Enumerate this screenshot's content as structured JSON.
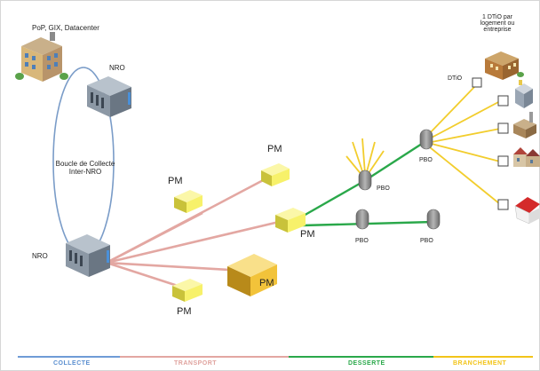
{
  "labels": {
    "pop": "PoP, GIX, Datacenter",
    "nro_top": "NRO",
    "nro_bottom": "NRO",
    "loop_line1": "Boucle de Collecte",
    "loop_line2": "Inter-NRO",
    "pm_upper_right": "PM",
    "pm_upper_left": "PM",
    "pm_main": "PM",
    "pm_large": "PM",
    "pm_lower": "PM",
    "pbo_top": "PBO",
    "pbo_mid": "PBO",
    "pbo_low_left": "PBO",
    "pbo_low_right": "PBO",
    "dtio": "DTiO",
    "dtio_note_line1": "1 DTiO par",
    "dtio_note_line2": "logement ou",
    "dtio_note_line3": "entreprise"
  },
  "legend": [
    {
      "label": "COLLECTE",
      "color": "#5b8fd0"
    },
    {
      "label": "TRANSPORT",
      "color": "#e0a39e"
    },
    {
      "label": "DESSERTE",
      "color": "#2aa84a"
    },
    {
      "label": "BRANCHEMENT",
      "color": "#f2c419"
    }
  ],
  "colors": {
    "collecte": "#7a9cc8",
    "transport": "#e3a7a2",
    "desserte": "#2aa84a",
    "branchement": "#f2cd2d",
    "pm_yellow": "#f7f16a",
    "pbo_gray": "#8e8e8e"
  }
}
